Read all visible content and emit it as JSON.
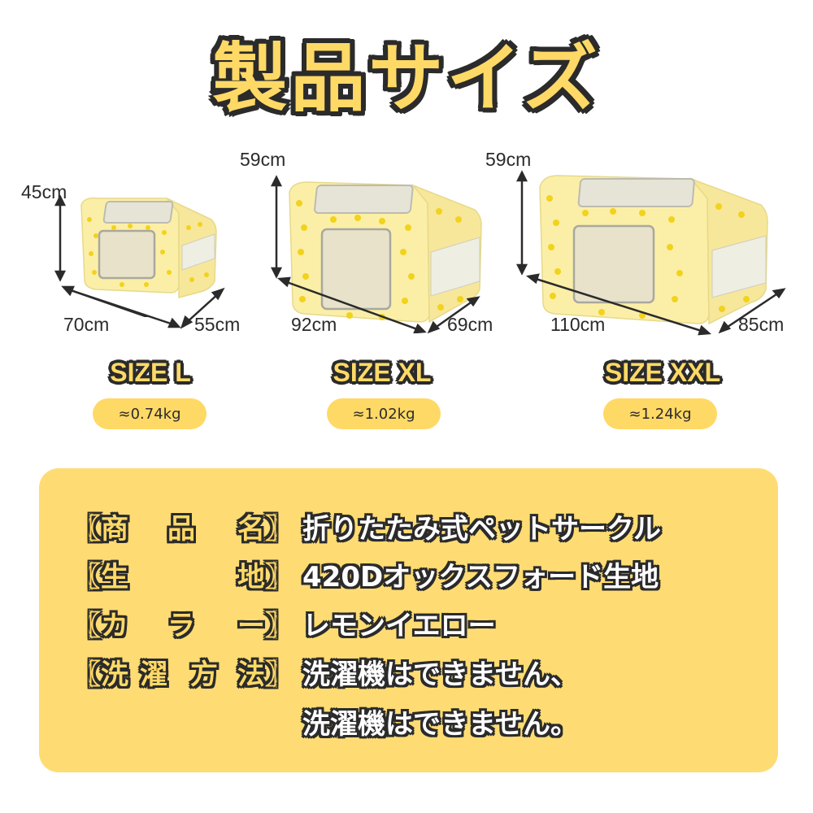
{
  "title": "製品サイズ",
  "colors": {
    "accent_yellow": "#FFD966",
    "panel_yellow": "#FFDC73",
    "outline_dark": "#2b2b2b",
    "fabric_yellow": "#FBEFA8",
    "lemon_dot": "#F2D21C",
    "mesh_gray": "#D8D6C8"
  },
  "products": [
    {
      "size_label": "SIZE L",
      "weight": "≈0.74kg",
      "height": "45cm",
      "length": "70cm",
      "depth": "55cm"
    },
    {
      "size_label": "SIZE XL",
      "weight": "≈1.02kg",
      "height": "59cm",
      "length": "92cm",
      "depth": "69cm"
    },
    {
      "size_label": "SIZE XXL",
      "weight": "≈1.24kg",
      "height": "59cm",
      "length": "110cm",
      "depth": "85cm"
    }
  ],
  "specs": [
    {
      "label_open": "〖",
      "label_chars": [
        "商",
        "品",
        "名"
      ],
      "label_close": "〗",
      "value": "折りたたみ式ペットサークル"
    },
    {
      "label_open": "〖",
      "label_chars": [
        "生",
        "",
        "地"
      ],
      "label_close": "〗",
      "value": "420Dオックスフォード生地"
    },
    {
      "label_open": "〖",
      "label_chars": [
        "カ",
        "ラ",
        "ー"
      ],
      "label_close": "〗",
      "value": "レモンイエロー"
    },
    {
      "label_open": "〖",
      "label_chars": [
        "洗",
        "濯",
        "方",
        "法"
      ],
      "label_close": "〗",
      "value": "洗濯機はできません、"
    },
    {
      "value": "洗濯機はできません。"
    }
  ]
}
